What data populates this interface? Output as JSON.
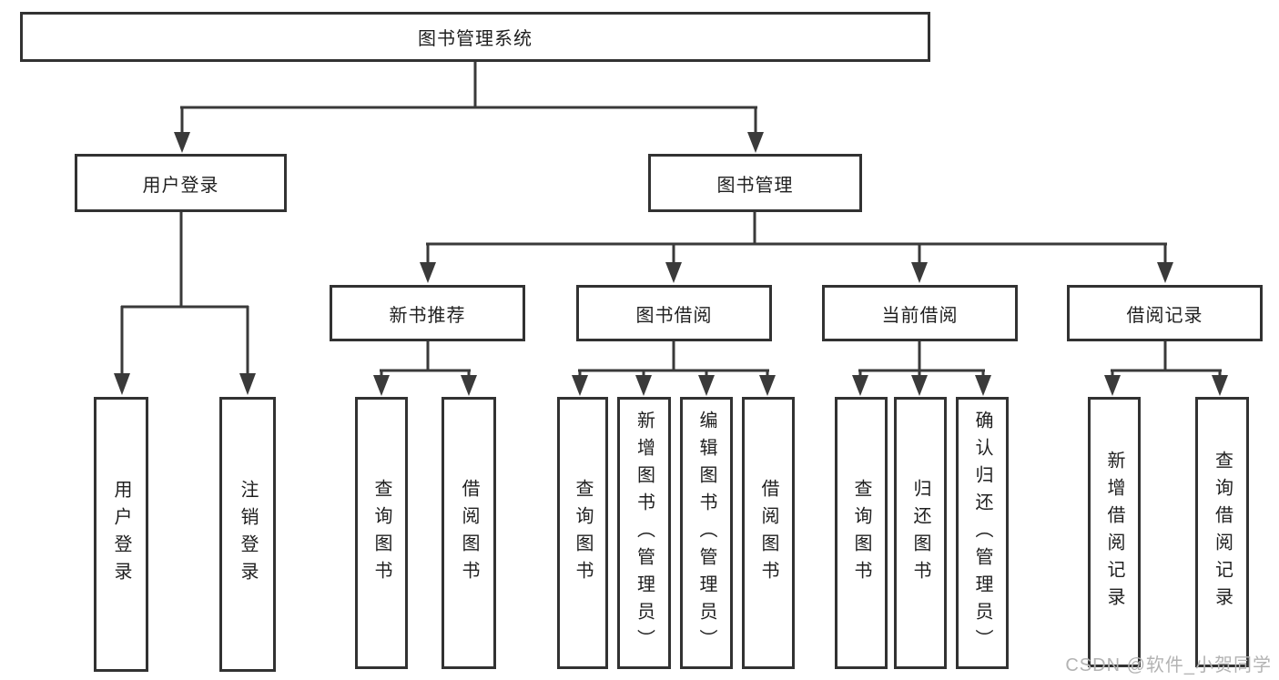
{
  "diagram": {
    "root": {
      "label": "图书管理系统"
    },
    "children": [
      {
        "label": "用户登录",
        "children": [
          {
            "label": "用户登录"
          },
          {
            "label": "注销登录"
          }
        ]
      },
      {
        "label": "图书管理",
        "children": [
          {
            "label": "新书推荐",
            "children": [
              {
                "label": "查询图书"
              },
              {
                "label": "借阅图书"
              }
            ]
          },
          {
            "label": "图书借阅",
            "children": [
              {
                "label": "查询图书"
              },
              {
                "label": "新增图书（管理员）"
              },
              {
                "label": "编辑图书（管理员）"
              },
              {
                "label": "借阅图书"
              }
            ]
          },
          {
            "label": "当前借阅",
            "children": [
              {
                "label": "查询图书"
              },
              {
                "label": "归还图书"
              },
              {
                "label": "确认归还（管理员）"
              }
            ]
          },
          {
            "label": "借阅记录",
            "children": [
              {
                "label": "新增借阅记录"
              },
              {
                "label": "查询借阅记录"
              }
            ]
          }
        ]
      }
    ]
  },
  "watermark": {
    "text": "CSDN @软件_小贺同学"
  },
  "colors": {
    "line": "#3a3a3a",
    "box_border": "#323232",
    "text": "#1f1f1f",
    "background": "#ffffff",
    "watermark": "#b3b3b3"
  }
}
